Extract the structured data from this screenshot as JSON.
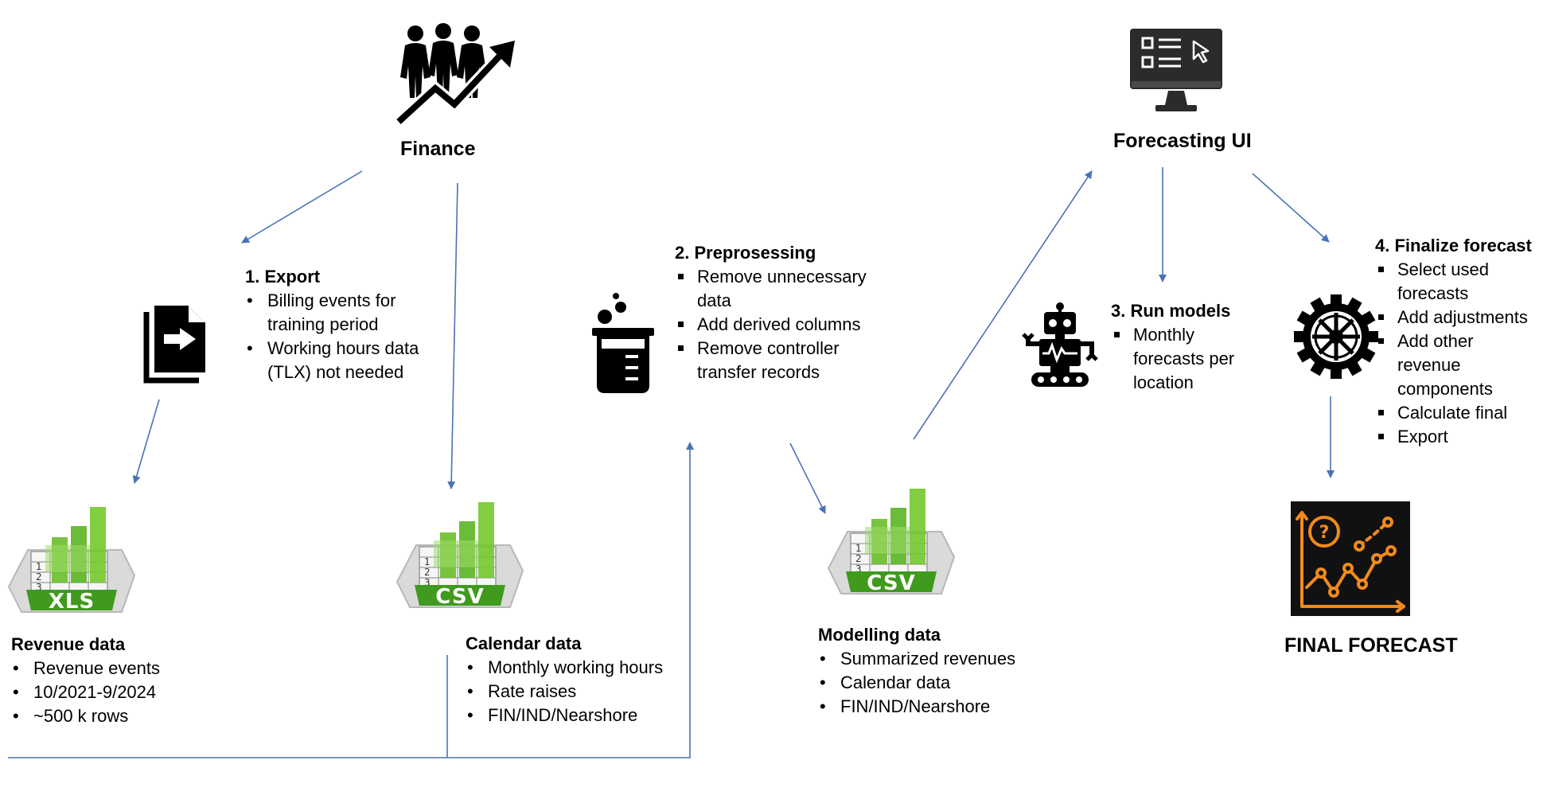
{
  "nodes": {
    "finance": {
      "label": "Finance"
    },
    "forecasting_ui": {
      "label": "Forecasting UI"
    },
    "final_forecast": {
      "label": "FINAL FORECAST"
    }
  },
  "steps": {
    "export": {
      "title": "1. Export",
      "items": [
        "Billing events for training period",
        "Working hours data (TLX) not needed"
      ]
    },
    "preprocessing": {
      "title": "2. Preprosessing",
      "items": [
        "Remove unnecessary data",
        "Add derived columns",
        "Remove controller transfer records"
      ]
    },
    "run_models": {
      "title": "3. Run models",
      "items": [
        "Monthly forecasts per location"
      ]
    },
    "finalize": {
      "title": "4. Finalize forecast",
      "items": [
        "Select used forecasts",
        "Add adjustments",
        "Add other revenue components",
        "Calculate final",
        "Export"
      ]
    }
  },
  "datasets": {
    "revenue": {
      "badge": "XLS",
      "title": "Revenue data",
      "items": [
        "Revenue events",
        "10/2021-9/2024",
        "~500 k rows"
      ]
    },
    "calendar": {
      "badge": "CSV",
      "title": "Calendar data",
      "items": [
        "Monthly working hours",
        "Rate raises",
        "FIN/IND/Nearshore"
      ]
    },
    "modelling": {
      "badge": "CSV",
      "title": "Modelling data",
      "items": [
        "Summarized revenues",
        "Calendar data",
        "FIN/IND/Nearshore"
      ]
    }
  },
  "icons": {
    "finance": "people-growth-icon",
    "export": "export-document-icon",
    "preprocessing": "beaker-icon",
    "forecasting_ui": "monitor-icon",
    "run_models": "robot-icon",
    "finalize": "gear-icon",
    "final_forecast": "forecast-chart-icon"
  },
  "colors": {
    "connector": "#4a72b8",
    "sheet_green": "#6abf2a",
    "badge_green": "#3f9a1e",
    "chart_orange": "#f08a1c"
  }
}
